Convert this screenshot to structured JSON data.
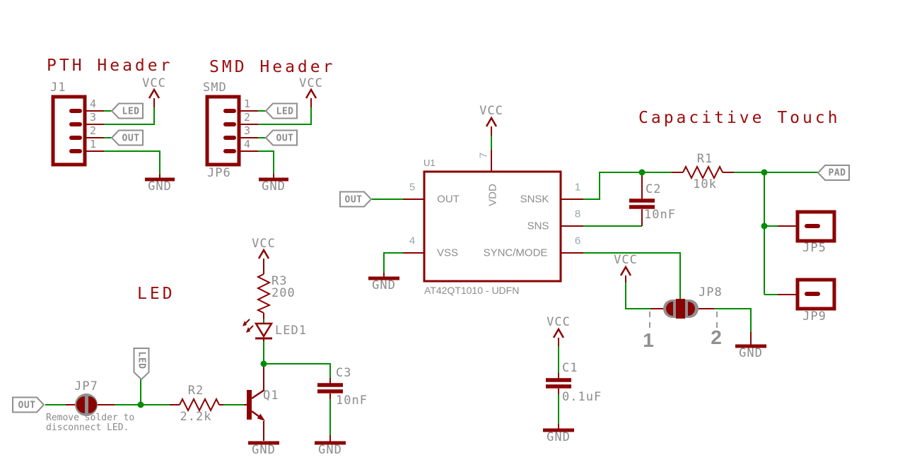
{
  "colors": {
    "symbol_maroon": "#8b0202",
    "title_maroon": "#9c0c0c",
    "net_green": "#008c00",
    "label_gray": "#8c8c8c",
    "pin_number_blue_gray": "#98a4b4",
    "flag_outline_gray": "#8f8f8f"
  },
  "titles": {
    "pth_header": "PTH Header",
    "smd_header": "SMD Header",
    "capacitive_touch": "Capacitive Touch",
    "led": "LED"
  },
  "power": {
    "vcc": "VCC",
    "gnd": "GND"
  },
  "flags": {
    "led": "LED",
    "out": "OUT",
    "pad": "PAD"
  },
  "j1": {
    "ref": "J1",
    "pin_numbers": [
      "4",
      "3",
      "2",
      "1"
    ]
  },
  "jp6": {
    "name": "SMD",
    "ref": "JP6",
    "pin_numbers": [
      "1",
      "2",
      "3",
      "4"
    ]
  },
  "u1": {
    "ref": "U1",
    "value": "AT42QT1010 - UDFN",
    "pins": {
      "out": {
        "name": "OUT",
        "number": "5"
      },
      "vdd": {
        "name": "VDD",
        "number": "7"
      },
      "vss": {
        "name": "VSS",
        "number": "4"
      },
      "snsk": {
        "name": "SNSK",
        "number": "1"
      },
      "sns": {
        "name": "SNS",
        "number": "8"
      },
      "sync_mode": {
        "name": "SYNC/MODE",
        "number": "6"
      }
    }
  },
  "r1": {
    "ref": "R1",
    "value": "10k"
  },
  "r2": {
    "ref": "R2",
    "value": "2.2k"
  },
  "r3": {
    "ref": "R3",
    "value": "200"
  },
  "c1": {
    "ref": "C1",
    "value": "0.1uF"
  },
  "c2": {
    "ref": "C2",
    "value": "10nF"
  },
  "c3": {
    "ref": "C3",
    "value": "10nF"
  },
  "q1": {
    "ref": "Q1"
  },
  "led1": {
    "ref": "LED1"
  },
  "jp5": {
    "ref": "JP5"
  },
  "jp7": {
    "ref": "JP7",
    "note": [
      "Remove solder to",
      "disconnect LED."
    ]
  },
  "jp8": {
    "ref": "JP8",
    "position_labels": [
      "1",
      "2"
    ]
  },
  "jp9": {
    "ref": "JP9"
  }
}
